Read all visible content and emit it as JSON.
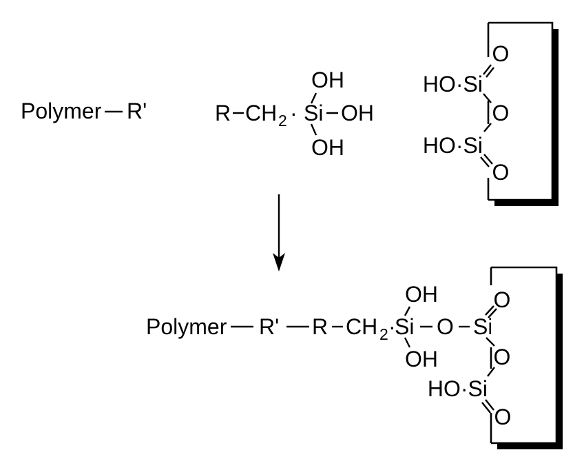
{
  "colors": {
    "background": "#ffffff",
    "ink": "#000000"
  },
  "labels": {
    "polymer": "Polymer",
    "r_prime": "R'",
    "r": "R",
    "ch": "CH",
    "subscript_two": "2",
    "middle_dot": "·",
    "si": "Si",
    "oh": "OH",
    "ho_si": "HO·Si",
    "o": "O"
  },
  "arrow": {
    "direction": "down"
  }
}
